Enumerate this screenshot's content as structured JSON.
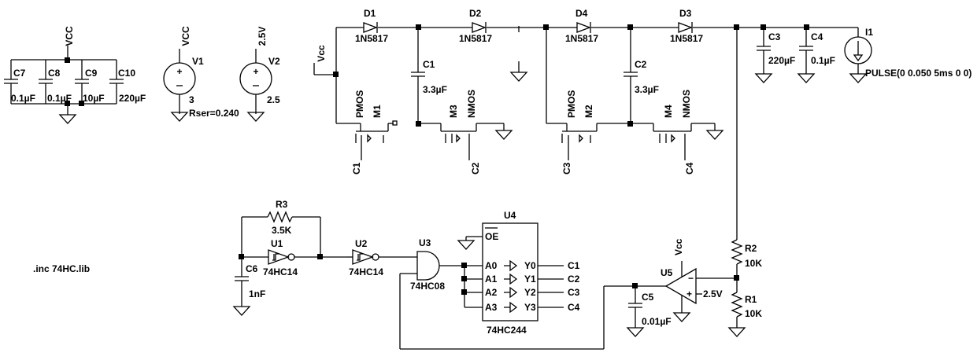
{
  "decoupling": {
    "net": "VCC",
    "caps": [
      {
        "ref": "C7",
        "value": "0.1µF"
      },
      {
        "ref": "C8",
        "value": "0.1µF"
      },
      {
        "ref": "C9",
        "value": "10µF"
      },
      {
        "ref": "C10",
        "value": "220µF"
      }
    ]
  },
  "sources": {
    "v1": {
      "net": "VCC",
      "ref": "V1",
      "value": "3",
      "param": "Rser=0.240"
    },
    "v2": {
      "net": "2.5V",
      "ref": "V2",
      "value": "2.5"
    }
  },
  "pump": {
    "vcc": "Vcc",
    "diodes": [
      {
        "ref": "D1",
        "part": "1N5817"
      },
      {
        "ref": "D2",
        "part": "1N5817"
      },
      {
        "ref": "D4",
        "part": "1N5817"
      },
      {
        "ref": "D3",
        "part": "1N5817"
      }
    ],
    "c1": {
      "ref": "C1",
      "value": "3.3µF"
    },
    "c2": {
      "ref": "C2",
      "value": "3.3µF"
    },
    "m1": {
      "ref": "M1",
      "type": "PMOS",
      "gate": "C1"
    },
    "m3": {
      "ref": "M3",
      "type": "NMOS",
      "gate": "C2"
    },
    "m2": {
      "ref": "M2",
      "type": "PMOS",
      "gate": "C3"
    },
    "m4": {
      "ref": "M4",
      "type": "NMOS",
      "gate": "C4"
    }
  },
  "output": {
    "c3": {
      "ref": "C3",
      "value": "220µF"
    },
    "c4": {
      "ref": "C4",
      "value": "0.1µF"
    },
    "i1": {
      "ref": "I1",
      "value": "PULSE(0 0.050 5ms 0 0)"
    }
  },
  "oscillator": {
    "r3": {
      "ref": "R3",
      "value": "3.5K"
    },
    "c6": {
      "ref": "C6",
      "value": "1nF"
    },
    "u1": {
      "ref": "U1",
      "part": "74HC14"
    },
    "u2": {
      "ref": "U2",
      "part": "74HC14"
    },
    "u3": {
      "ref": "U3",
      "part": "74HC08"
    }
  },
  "buffer": {
    "ref": "U4",
    "part": "74HC244",
    "oe": "OE",
    "inputs": [
      "A0",
      "A1",
      "A2",
      "A3"
    ],
    "outputs": [
      "Y0",
      "Y1",
      "Y2",
      "Y3"
    ],
    "nets": [
      "C1",
      "C2",
      "C3",
      "C4"
    ]
  },
  "comparator": {
    "ref": "U5",
    "vcc": "Vcc",
    "ref_net": "2.5V",
    "c5": {
      "ref": "C5",
      "value": "0.01µF"
    },
    "r2": {
      "ref": "R2",
      "value": "10K"
    },
    "r1": {
      "ref": "R1",
      "value": "10K"
    },
    "minus": "−",
    "plus": "+"
  },
  "directive": ".inc 74HC.lib"
}
